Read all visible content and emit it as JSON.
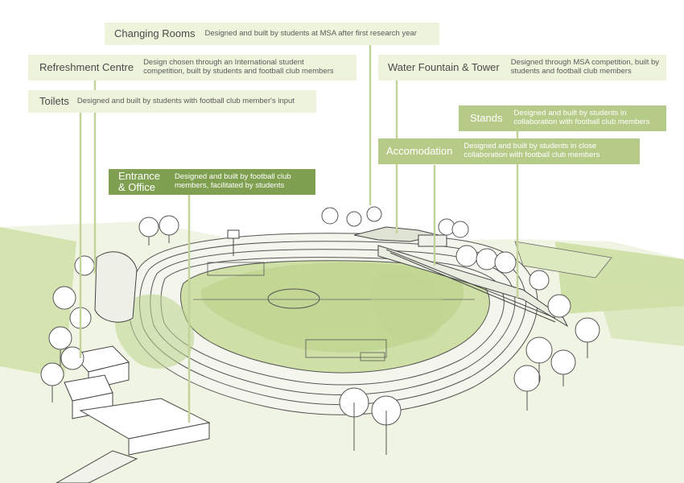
{
  "labels": {
    "changing_rooms": {
      "title": "Changing Rooms",
      "desc": "Designed and built by students at MSA after first research year"
    },
    "refreshment_centre": {
      "title": "Refreshment Centre",
      "desc": "Design chosen through an International student competition, built by students and football club members"
    },
    "toilets": {
      "title": "Toilets",
      "desc": "Designed and built by students with football club member's input"
    },
    "water_fountain": {
      "title": "Water Fountain & Tower",
      "desc": "Designed through MSA competition, built by students and football club members"
    },
    "stands": {
      "title": "Stands",
      "desc": "Designed and built by students in collaboration with football club members"
    },
    "accomodation": {
      "title": "Accomodation",
      "desc": "Designed and built by students in close collaboration with football club members"
    },
    "entrance_office": {
      "title": "Entrance & Office",
      "desc": "Designed and built by football club members, facilitated by students"
    }
  },
  "colors": {
    "label_light": "#eef4dc",
    "label_mid": "#b7cb88",
    "label_dark": "#7fa050",
    "grass": "#c9dc9b",
    "leader_line": "#c3d49a",
    "sketch_line": "#444444"
  }
}
